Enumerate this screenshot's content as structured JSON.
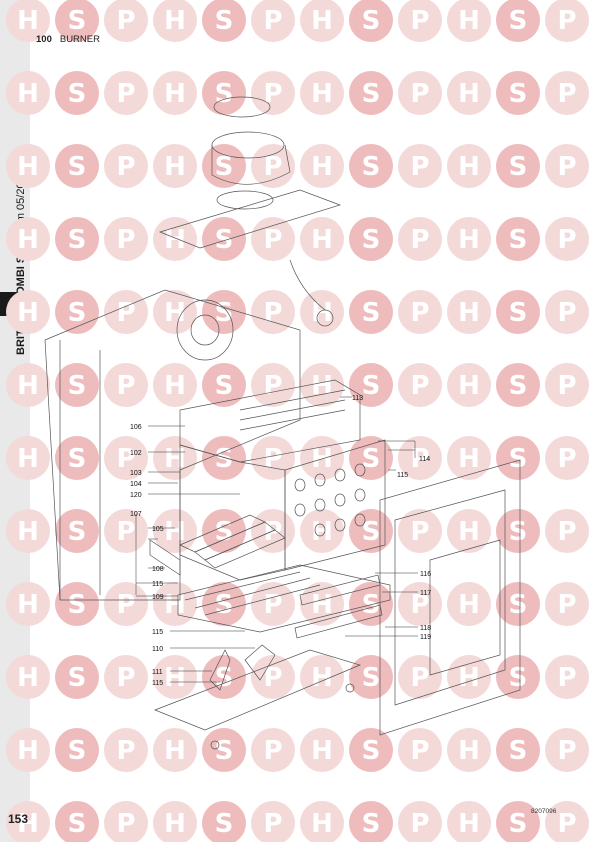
{
  "header": {
    "section_number": "100",
    "section_title": "BURNER"
  },
  "sidebar": {
    "badge": "B",
    "product_bold": "BRITONY COMBI SE",
    "product_rest": " - From 05/2002 to ..."
  },
  "footer": {
    "page_number": "153",
    "doc_ref": "8207096"
  },
  "watermark": {
    "letters": [
      "H",
      "S",
      "P"
    ],
    "circle_color": "#f4d9d9",
    "s_circle_color": "#eebcbc",
    "letter_color": "#ffffff"
  },
  "callouts": [
    "113",
    "106",
    "114",
    "102",
    "115",
    "103",
    "104",
    "120",
    "107",
    "105",
    "108",
    "116",
    "115",
    "109",
    "117",
    "115",
    "118",
    "119",
    "110",
    "111",
    "115"
  ]
}
